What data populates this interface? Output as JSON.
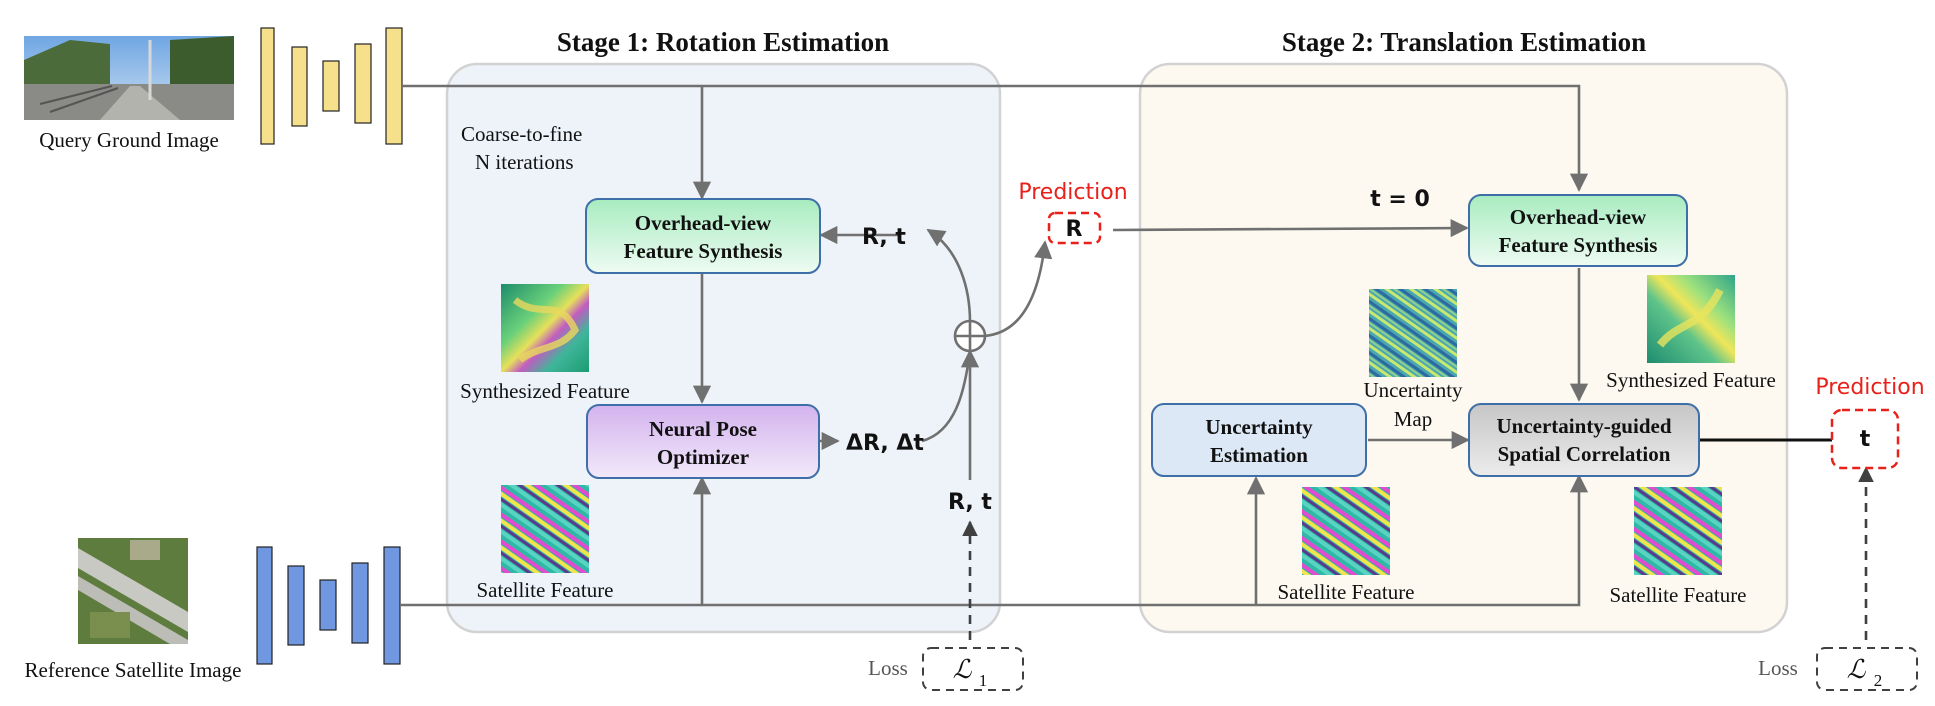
{
  "colors": {
    "stage1_bg": "#eef3fa",
    "stage2_bg": "#fdf9f0",
    "stage_border": "#d2d2d2",
    "green_box": "#d9f5e3",
    "purple_box": "#e8d4f4",
    "blue_box": "#dce8f5",
    "grey_box": "#d9d9d9",
    "encoder_query": "#f7e08c",
    "encoder_satellite": "#6f98e0",
    "arrow": "#707070",
    "prediction_red": "#e8211b"
  },
  "inputs": {
    "query_label": "Query Ground Image",
    "satellite_label": "Reference Satellite Image"
  },
  "stage1": {
    "title": "Stage 1: Rotation Estimation",
    "iter_line1": "Coarse-to-fine",
    "iter_line2": "N iterations",
    "synthesis_line1": "Overhead-view",
    "synthesis_line2": "Feature Synthesis",
    "optimizer_line1": "Neural Pose",
    "optimizer_line2": "Optimizer",
    "synth_feature_label": "Synthesized Feature",
    "sat_feature_label": "Satellite Feature",
    "rt_label": "R, t",
    "delta_label": "ΔR, Δt",
    "rt_input_label": "R, t",
    "loss_label": "Loss",
    "loss_symbol": "ℒ",
    "loss_sub": "1"
  },
  "prediction1": {
    "label": "Prediction",
    "value": "R"
  },
  "stage2": {
    "title": "Stage 2: Translation Estimation",
    "t_zero": "t = 0",
    "synthesis_line1": "Overhead-view",
    "synthesis_line2": "Feature Synthesis",
    "uncertainty_line1": "Uncertainty",
    "uncertainty_line2": "Estimation",
    "map_line1": "Uncertainty",
    "map_line2": "Map",
    "correlation_line1": "Uncertainty-guided",
    "correlation_line2": "Spatial Correlation",
    "synth_feature_label": "Synthesized Feature",
    "sat_feature_label_a": "Satellite Feature",
    "sat_feature_label_b": "Satellite Feature",
    "loss_label": "Loss",
    "loss_symbol": "ℒ",
    "loss_sub": "2"
  },
  "prediction2": {
    "label": "Prediction",
    "value": "t"
  }
}
